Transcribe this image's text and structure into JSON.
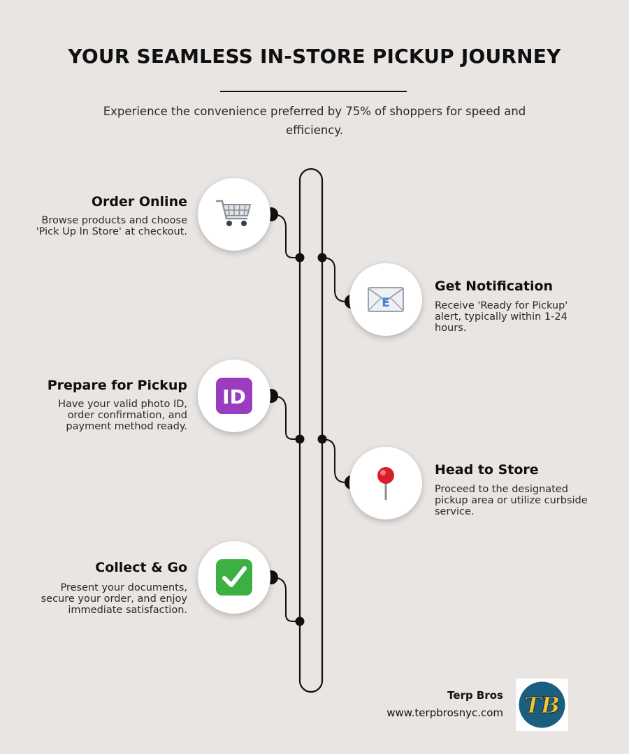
{
  "header": {
    "title": "YOUR SEAMLESS IN-STORE PICKUP JOURNEY",
    "subtitle": "Experience the convenience preferred by 75% of shoppers for speed and efficiency."
  },
  "steps": [
    {
      "title": "Order Online",
      "description": "Browse products and choose 'Pick Up In Store' at checkout.",
      "icon": "shopping-cart-icon",
      "side": "left"
    },
    {
      "title": "Get Notification",
      "description": "Receive 'Ready for Pickup' alert, typically within 1-24 hours.",
      "icon": "envelope-icon",
      "side": "right"
    },
    {
      "title": "Prepare for Pickup",
      "description": "Have your valid photo ID, order confirmation, and payment method ready.",
      "icon": "id-icon",
      "side": "left"
    },
    {
      "title": "Head to Store",
      "description": "Proceed to the designated pickup area or utilize curbside service.",
      "icon": "pushpin-icon",
      "side": "right"
    },
    {
      "title": "Collect & Go",
      "description": "Present your documents, secure your order, and enjoy immediate satisfaction.",
      "icon": "check-mark-icon",
      "side": "left"
    }
  ],
  "brand": {
    "name": "Terp Bros",
    "url": "www.terpbrosnyc.com",
    "logo_text": "TB",
    "logo_color": "#1a5e80",
    "logo_text_color": "#f2c230"
  },
  "colors": {
    "background": "#e8e5e3",
    "line": "#111111",
    "id_purple": "#9a3cc0",
    "check_green": "#3cb043",
    "pin_red": "#d81e2a"
  }
}
